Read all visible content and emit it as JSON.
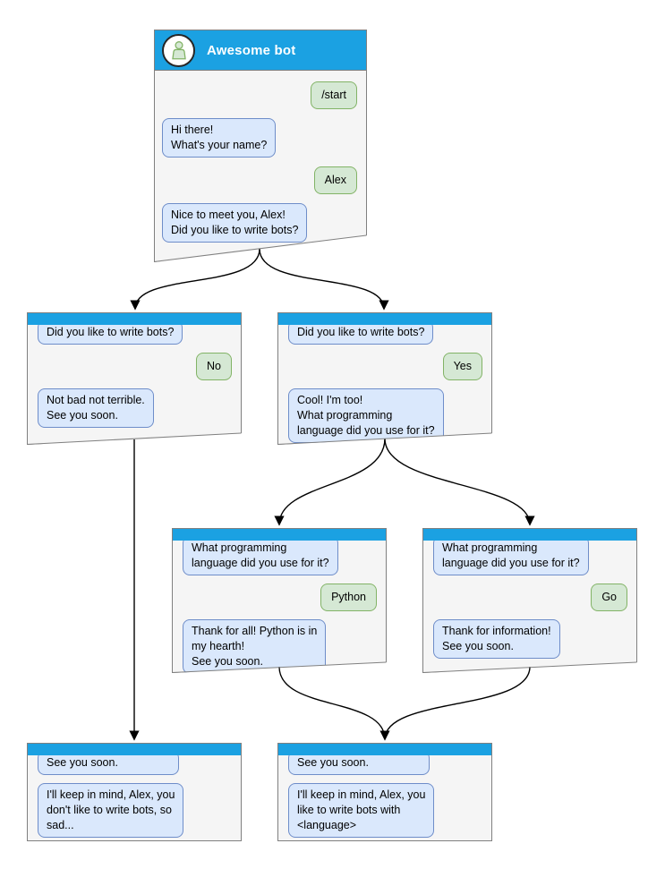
{
  "colors": {
    "titlebar_blue": "#1ba1e2",
    "window_bg": "#f5f5f5",
    "window_border": "#808080",
    "bot_bubble_fill": "#dae8fc",
    "bot_bubble_border": "#6e8dc9",
    "user_bubble_fill": "#d5e8d4",
    "user_bubble_border": "#82b366",
    "arrow_color": "#000000"
  },
  "icons": {
    "avatar": "person-icon"
  },
  "windows": [
    {
      "id": "awesome-bot",
      "title": "Awesome bot",
      "messages": [
        {
          "from": "user",
          "text": "/start"
        },
        {
          "from": "bot",
          "text": "Hi there!\nWhat's your name?"
        },
        {
          "from": "user",
          "text": "Alex"
        },
        {
          "from": "bot",
          "text": "Nice to meet you, Alex!\nDid you like to write bots?"
        }
      ]
    },
    {
      "id": "branch-no",
      "messages": [
        {
          "from": "bot",
          "text": "Did you like to write bots?"
        },
        {
          "from": "user",
          "text": "No"
        },
        {
          "from": "bot",
          "text": "Not bad not terrible.\nSee you soon."
        }
      ]
    },
    {
      "id": "branch-yes",
      "messages": [
        {
          "from": "bot",
          "text": "Did you like to write bots?"
        },
        {
          "from": "user",
          "text": "Yes"
        },
        {
          "from": "bot",
          "text": "Cool! I'm too!\nWhat programming\nlanguage did you use for it?"
        }
      ]
    },
    {
      "id": "branch-python",
      "messages": [
        {
          "from": "bot",
          "text": "What programming\nlanguage did you use for it?"
        },
        {
          "from": "user",
          "text": "Python"
        },
        {
          "from": "bot",
          "text": "Thank for all! Python is in\nmy hearth!\nSee you soon."
        }
      ]
    },
    {
      "id": "branch-go",
      "messages": [
        {
          "from": "bot",
          "text": "What programming\nlanguage did you use for it?"
        },
        {
          "from": "user",
          "text": "Go"
        },
        {
          "from": "bot",
          "text": "Thank for information!\nSee you soon."
        }
      ]
    },
    {
      "id": "end-no",
      "messages": [
        {
          "from": "bot",
          "text": "See you soon."
        },
        {
          "from": "bot",
          "text": "I'll keep in mind, Alex, you\ndon't like to write bots, so\nsad..."
        }
      ]
    },
    {
      "id": "end-language",
      "messages": [
        {
          "from": "bot",
          "text": "See you soon."
        },
        {
          "from": "bot",
          "text": "I'll keep in mind, Alex, you\nlike to write bots with\n<language>"
        }
      ]
    }
  ]
}
